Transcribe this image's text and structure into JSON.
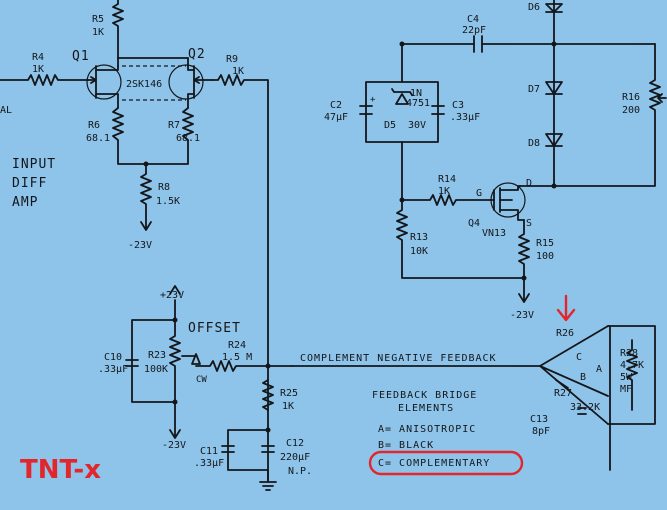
{
  "labels": {
    "r5": "R5",
    "r5v": "1K",
    "q1": "Q1",
    "q2": "Q2",
    "r4": "R4",
    "r4v": "1K",
    "r9": "R9",
    "r9v": "1K",
    "jfet": "2SK146",
    "r6": "R6",
    "r6v": "68.1",
    "r7": "R7",
    "r7v": "68.1",
    "r8": "R8",
    "r8v": "1.5K",
    "neg23a": "-23V",
    "neg23b": "-23V",
    "neg23c": "-23V",
    "pos23": "+23V",
    "input_diff_amp": [
      "INPUT",
      "DIFF",
      "AMP"
    ],
    "edge_al": "AL",
    "c4": "C4",
    "c4v": "22pF",
    "d6": "D6",
    "d7": "D7",
    "d8": "D8",
    "r16": "R16",
    "r16v": "200",
    "c2": "C2",
    "c2v": "47μF",
    "zener": "1N",
    "zener_part": "4751",
    "d5": "D5",
    "d5v": "30V",
    "c3": "C3",
    "c3v": ".33μF",
    "r14": "R14",
    "r14v": "1K",
    "g": "G",
    "d": "D",
    "s": "S",
    "q4": "Q4",
    "q4part": "VN13",
    "r13": "R13",
    "r13v": "10K",
    "r15": "R15",
    "r15v": "100",
    "offset": "OFFSET",
    "r24": "R24",
    "r24v": "1.5 M",
    "c10": "C10",
    "c10v": ".33μF",
    "r23": "R23",
    "r23v": "100K",
    "cw": "CW",
    "complement_feedback": "COMPLEMENT NEGATIVE FEEDBACK",
    "r25": "R25",
    "r25v": "1K",
    "c11": "C11",
    "c11v": ".33μF",
    "c12": "C12",
    "c12v": "220μF",
    "c12np": "N.P.",
    "fb_title": [
      "FEEDBACK BRIDGE",
      "ELEMENTS"
    ],
    "legend_a": "A= ANISOTROPIC",
    "legend_b": "B= BLACK",
    "legend_c": "C= COMPLEMENTARY",
    "r26": "R26",
    "r27": "R27",
    "r27v": "33.2K",
    "r28": "R28",
    "r28v": "4.7K",
    "r28w": "5W",
    "r28t": "MF",
    "bridge_a": "A",
    "bridge_b": "B",
    "bridge_c": "C",
    "c13": "C13",
    "c13v": "8pF",
    "handwritten": "TNT-x"
  },
  "colors": {
    "paper": "#8ec4ea",
    "ink": "#14161a",
    "annotation": "#e2262c"
  }
}
